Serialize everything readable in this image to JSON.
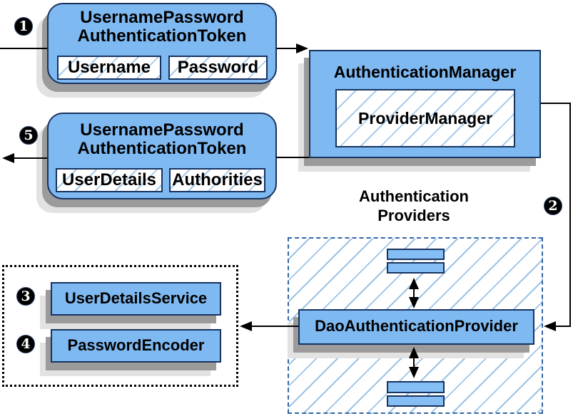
{
  "diagram": {
    "step_badges": [
      {
        "label": "1"
      },
      {
        "label": "2"
      },
      {
        "label": "3"
      },
      {
        "label": "4"
      },
      {
        "label": "5"
      }
    ],
    "token_request": {
      "title_line1": "UsernamePassword",
      "title_line2": "AuthenticationToken",
      "fields": [
        "Username",
        "Password"
      ]
    },
    "token_response": {
      "title_line1": "UsernamePassword",
      "title_line2": "AuthenticationToken",
      "fields": [
        "UserDetails",
        "Authorities"
      ]
    },
    "authentication_manager": {
      "title": "AuthenticationManager",
      "implementation": "ProviderManager"
    },
    "providers_group": {
      "label_line1": "Authentication",
      "label_line2": "Providers"
    },
    "dao_authentication_provider": {
      "label": "DaoAuthenticationProvider"
    },
    "user_details_service": {
      "label": "UserDetailsService"
    },
    "password_encoder": {
      "label": "PasswordEncoder"
    },
    "colors": {
      "node_fill": "#7FB9F2",
      "node_border": "#17335F",
      "hatch_line": "#9DC3E6",
      "providers_dash_border": "#3465A4",
      "dotted_group_border": "#000000",
      "shadow_dark": "#9B9B9B",
      "shadow_light": "#E2E2E2",
      "badge_bg": "#000000",
      "badge_text": "#FFFFFF",
      "connector": "#000000"
    }
  }
}
